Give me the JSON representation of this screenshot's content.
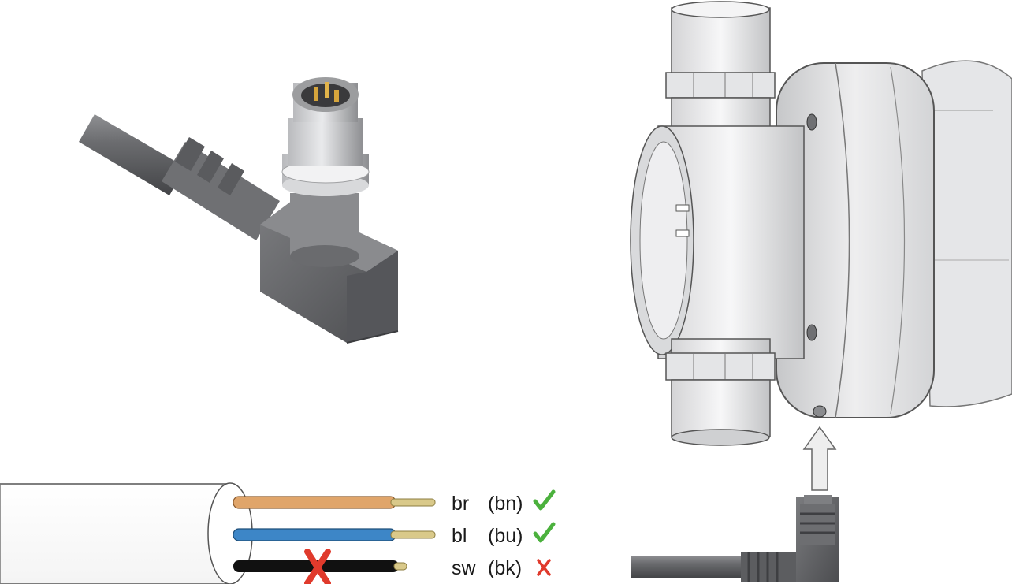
{
  "wires": [
    {
      "abbr": "br",
      "code": "(bn)",
      "status": "ok",
      "color": "#e0a56a"
    },
    {
      "abbr": "bl",
      "code": "(bu)",
      "status": "ok",
      "color": "#3d86c7"
    },
    {
      "abbr": "sw",
      "code": "(bk)",
      "status": "not-used",
      "color": "#111111"
    }
  ],
  "status_colors": {
    "ok": "#4bb13d",
    "not-used": "#e03a2c"
  },
  "icons": [
    "check-mark-icon",
    "cross-mark-icon",
    "arrow-up-icon"
  ]
}
